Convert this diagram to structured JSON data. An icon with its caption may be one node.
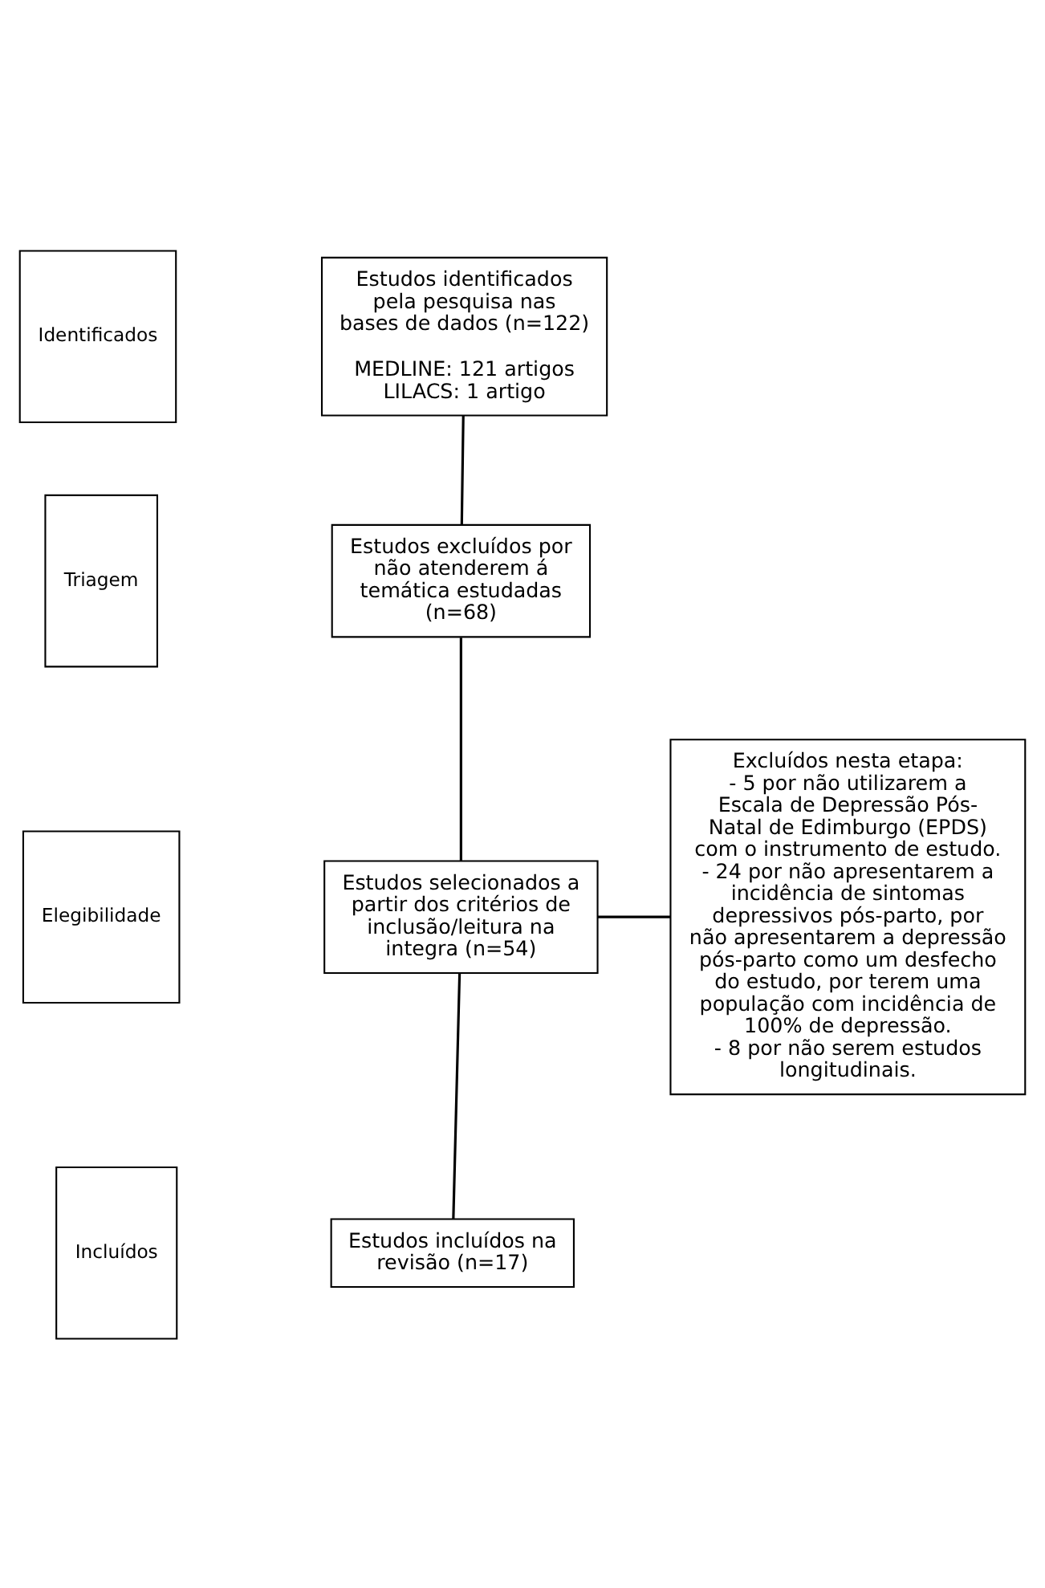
{
  "diagram": {
    "nodes": [
      {
        "text": [
          "Identificados"
        ]
      },
      {
        "text": [
          "Estudos identificados pela pesquisa nas bases de dados (n=122)",
          "MEDLINE: 121 artigos LILACS: 1 artigo"
        ]
      },
      {
        "text": [
          "Triagem"
        ]
      },
      {
        "text": [
          "Estudos excluídos por não atenderem á temática estudadas (n=68)"
        ]
      },
      {
        "text": [
          "Elegibilidade"
        ]
      },
      {
        "text": [
          "Estudos selecionados a partir dos critérios de inclusão/leitura na integra (n=54)"
        ]
      },
      {
        "text": [
          "Excluídos nesta etapa:",
          "- 5 por não utilizarem a Escala de Depressão Pós-Natal de Edimburgo (EPDS) com o instrumento de estudo.",
          "- 24 por não apresentarem a incidência de sintomas depressivos pós-parto, por não apresentarem a depressão pós-parto como um desfecho do estudo, por terem uma população com incidência de 100% de depressão.",
          "- 8 por não serem estudos longitudinais."
        ]
      },
      {
        "text": [
          "Incluídos"
        ]
      },
      {
        "text": [
          "Estudos incluídos na revisão (n=17)"
        ]
      }
    ],
    "edges": [
      {
        "from": 1,
        "to": 3,
        "arrow": "none"
      },
      {
        "from": 3,
        "to": 5,
        "arrow": "none"
      },
      {
        "from": 5,
        "to": 6,
        "arrow": "none"
      },
      {
        "from": 5,
        "to": 8,
        "arrow": "none"
      }
    ]
  }
}
